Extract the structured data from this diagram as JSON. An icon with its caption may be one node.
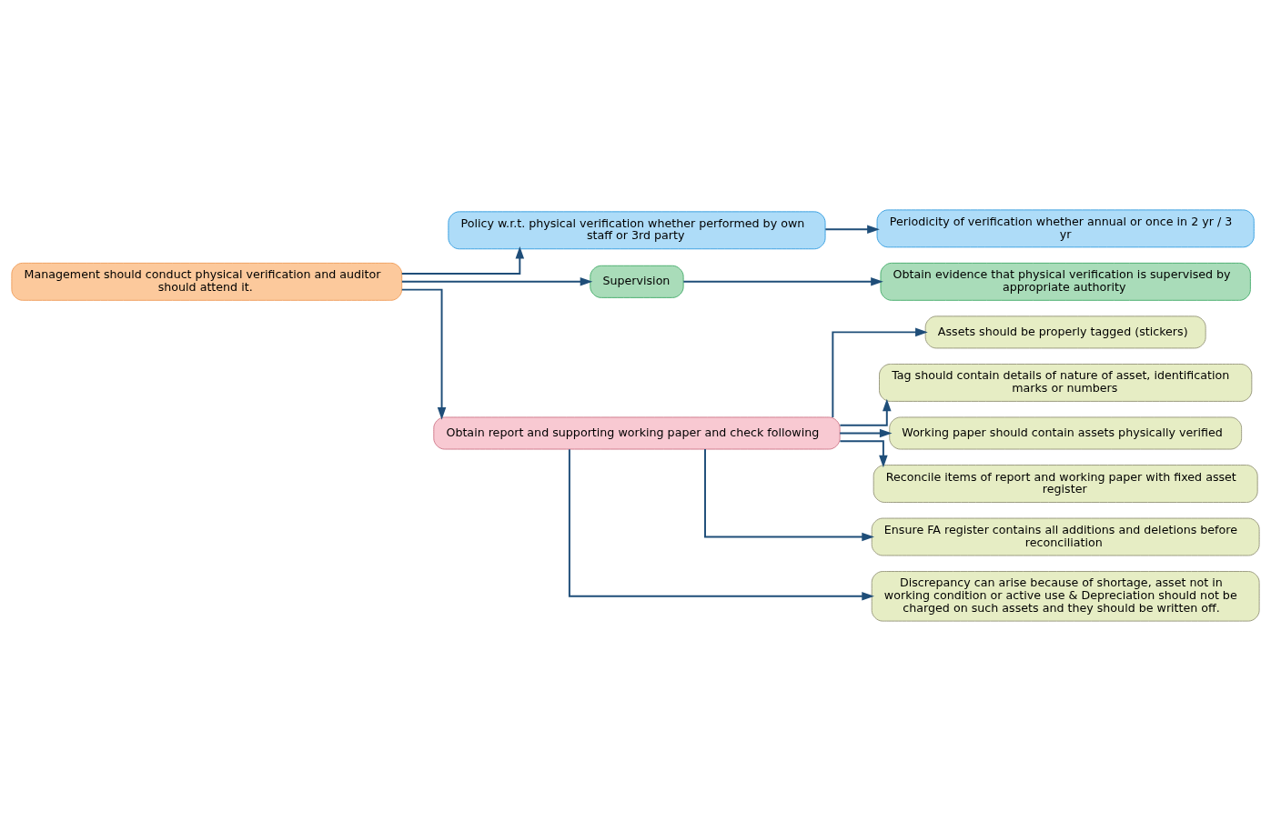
{
  "diagram": {
    "nodes": [
      {
        "text": [
          "Management should conduct physical verification and auditor should attend it."
        ]
      },
      {
        "text": [
          "Policy w.r.t. physical verification whether performed by own staff or 3rd party"
        ]
      },
      {
        "text": [
          "Periodicity of verification whether annual or once in 2 yr / 3 yr"
        ]
      },
      {
        "text": [
          "Supervision"
        ]
      },
      {
        "text": [
          "Obtain evidence that physical verification is supervised by appropriate authority"
        ]
      },
      {
        "text": [
          "Obtain report and supporting working paper and check following"
        ]
      },
      {
        "text": [
          "Assets should be properly tagged (stickers)"
        ]
      },
      {
        "text": [
          "Tag should contain details of nature of asset, identification marks or numbers"
        ]
      },
      {
        "text": [
          "Working paper should contain assets physically verified"
        ]
      },
      {
        "text": [
          "Reconcile items of report and working paper with fixed asset register"
        ]
      },
      {
        "text": [
          "Ensure FA register contains all additions and deletions before reconciliation"
        ]
      },
      {
        "text": [
          "Discrepancy can arise because of shortage, asset not in working condition or active use & Depreciation should not be charged on such assets and they should be written off."
        ]
      }
    ],
    "edges": [
      {
        "from": 0,
        "to": 1,
        "arrow": "to"
      },
      {
        "from": 1,
        "to": 2,
        "arrow": "to"
      },
      {
        "from": 0,
        "to": 3,
        "arrow": "to"
      },
      {
        "from": 3,
        "to": 4,
        "arrow": "to"
      },
      {
        "from": 0,
        "to": 5,
        "arrow": "to"
      },
      {
        "from": 5,
        "to": 6,
        "arrow": "to"
      },
      {
        "from": 5,
        "to": 7,
        "arrow": "to"
      },
      {
        "from": 5,
        "to": 8,
        "arrow": "to"
      },
      {
        "from": 5,
        "to": 9,
        "arrow": "to"
      },
      {
        "from": 5,
        "to": 10,
        "arrow": "to"
      },
      {
        "from": 5,
        "to": 11,
        "arrow": "to"
      }
    ]
  }
}
